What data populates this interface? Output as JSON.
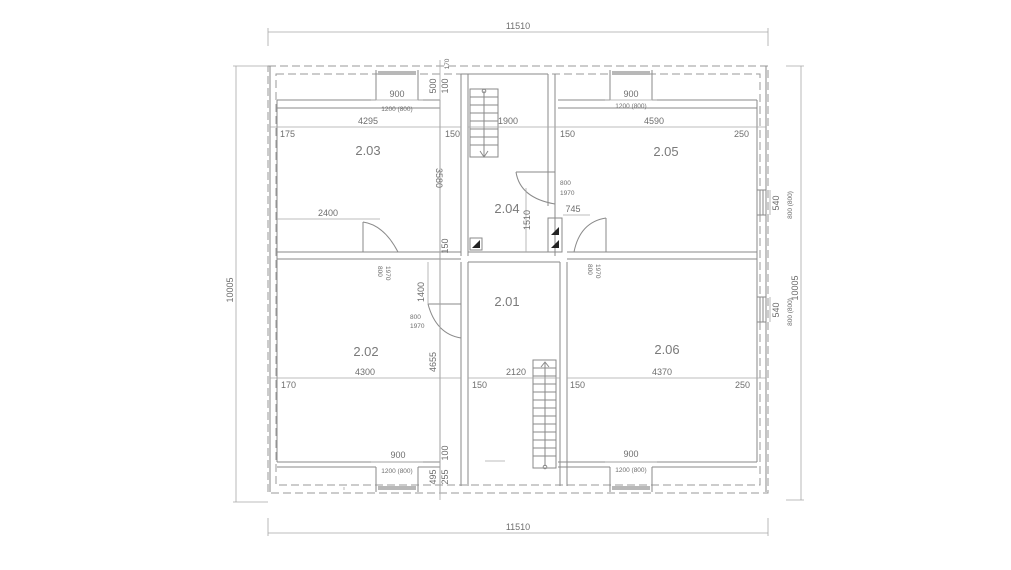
{
  "rooms": [
    {
      "id": "2.03"
    },
    {
      "id": "2.04"
    },
    {
      "id": "2.05"
    },
    {
      "id": "2.02"
    },
    {
      "id": "2.01"
    },
    {
      "id": "2.06"
    }
  ],
  "dimensions": {
    "overall_width_top": "11510",
    "overall_width_bottom": "11510",
    "overall_height_left": "10005",
    "overall_height_right": "10005",
    "top_offset": "170",
    "top_window_depth": "500",
    "top_wall": "100",
    "bottom_wall": "100",
    "bottom_window_depth": "495",
    "bottom_offset": "255",
    "window_top_left_width": "900",
    "window_top_left_opening": "1200 (800)",
    "window_top_right_width": "900",
    "window_top_right_opening": "1200 (800)",
    "window_bottom_left_width": "900",
    "window_bottom_left_opening": "1200 (800)",
    "window_bottom_right_width": "900",
    "window_bottom_right_opening": "1200 (800)",
    "room_2_03_width": "4295",
    "room_2_03_left_wall": "175",
    "room_2_03_right_wall": "150",
    "room_2_03_depth": "3580",
    "room_2_03_door_offset": "2400",
    "partition_150": "150",
    "stair_hall_width": "1900",
    "room_2_05_width": "4590",
    "room_2_05_left_wall": "150",
    "room_2_05_right_wall": "250",
    "room_2_04_depth": "1510",
    "door_offset_745": "745",
    "room_2_02_width": "4300",
    "room_2_02_left_wall": "170",
    "room_2_02_depth": "4655",
    "room_2_02_door_offset": "1400",
    "room_2_01_width": "2120",
    "room_2_01_left_wall": "150",
    "room_2_06_width": "4370",
    "room_2_06_left_wall": "150",
    "room_2_06_right_wall": "250",
    "right_window_upper_width": "540",
    "right_window_upper_opening": "800 (800)",
    "right_window_lower_width": "540",
    "right_window_lower_opening": "800 (800)",
    "door_width": "800",
    "door_height": "1970"
  }
}
